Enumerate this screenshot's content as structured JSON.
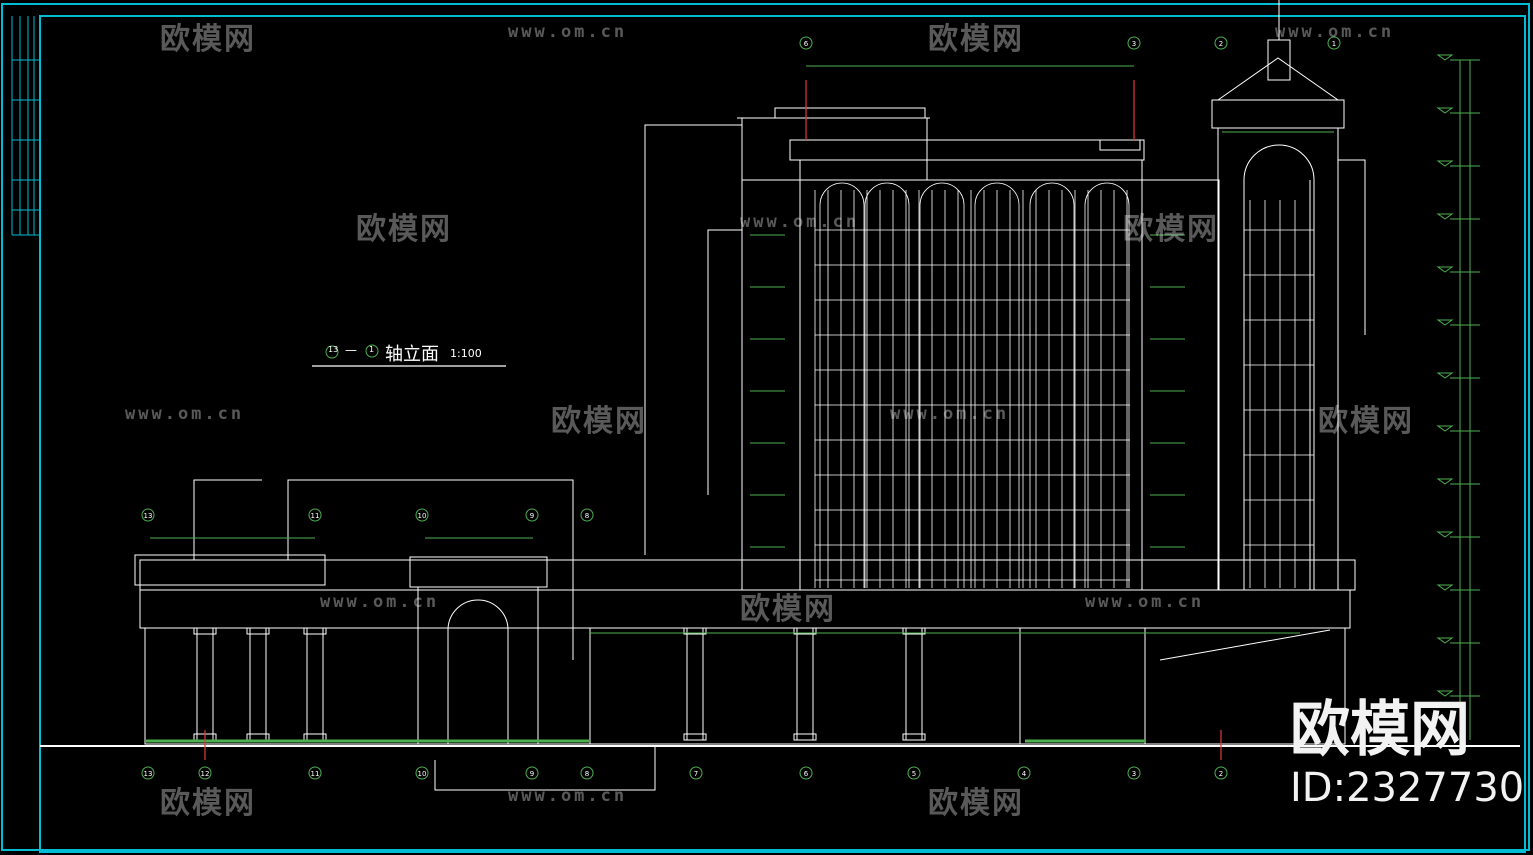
{
  "drawing": {
    "title_axis_from": "13",
    "title_dash": "—",
    "title_axis_to": "1",
    "title_text": "轴立面",
    "scale": "1:100"
  },
  "watermark": {
    "brand_cn": "欧模网",
    "url": "www.om.cn",
    "id_label": "ID:2327730"
  },
  "axes_bottom": [
    "13",
    "12",
    "11",
    "10",
    "9",
    "8",
    "7",
    "6",
    "5",
    "4",
    "3",
    "2"
  ],
  "axes_top_tower": [
    "6",
    "3",
    "2",
    "1"
  ],
  "axes_top_left": [
    "13",
    "11",
    "10",
    "9",
    "8"
  ],
  "colors": {
    "background": "#000000",
    "lines": "#ffffff",
    "frame": "#00bcd4",
    "dims": "#4caf50",
    "accent": "#e53935"
  }
}
